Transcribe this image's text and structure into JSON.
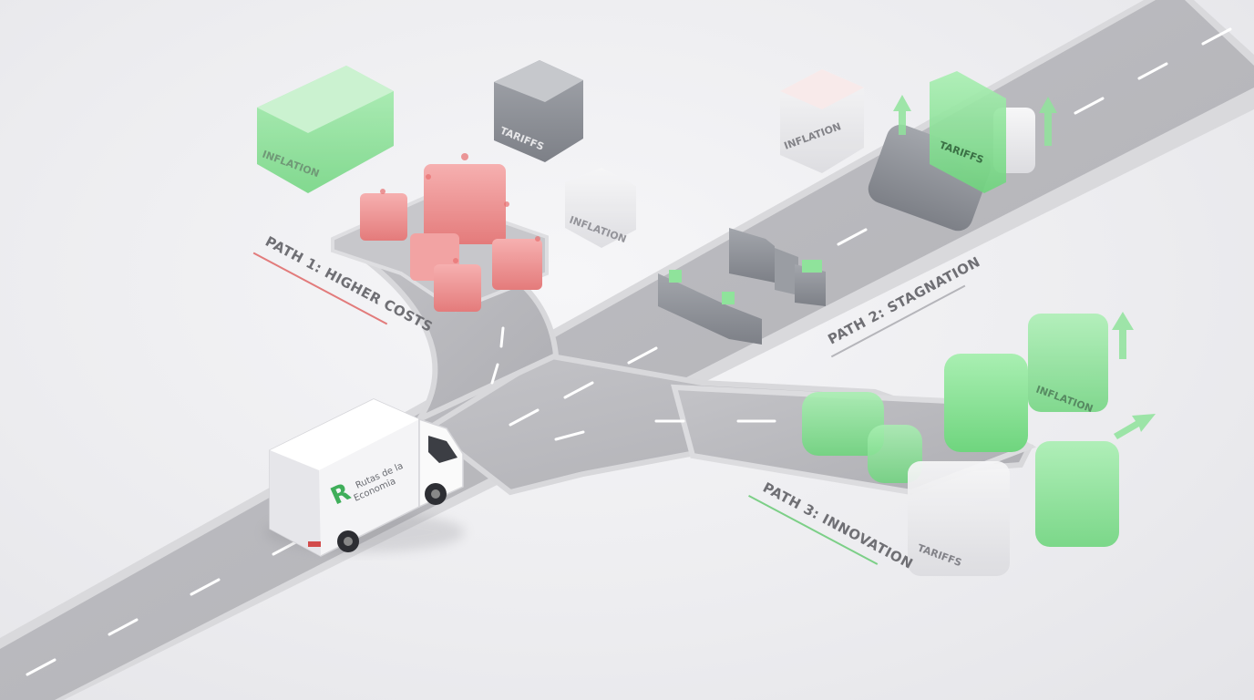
{
  "labels": {
    "path1": "PATH 1: HIGHER COSTS",
    "path2": "PATH 2: STAGNATION",
    "path3": "PATH 3: INNOVATION"
  },
  "truck": {
    "brand_line1": "Rutas de la",
    "brand_line2": "Economia",
    "logo_letter": "R"
  },
  "cubes": {
    "inflation_green_left": "INFLATION",
    "tariffs_gray_top": "TARIFFS",
    "inflation_small": "INFLATION",
    "inflation_white_right": "INFLATION",
    "tariffs_green_right": "TARIFFS",
    "inflation_green_bottom": "INFLATION",
    "tariffs_white_bottom": "TARIFFS"
  },
  "colors": {
    "road": "#b9b9bd",
    "road_edge": "#d8d8db",
    "cost_red": "#ef8f8f",
    "innovation_green": "#8fe39b",
    "stagnation_gray": "#8c8f96",
    "path1_underline": "#e27b7b",
    "path3_underline": "#7ccf87"
  }
}
